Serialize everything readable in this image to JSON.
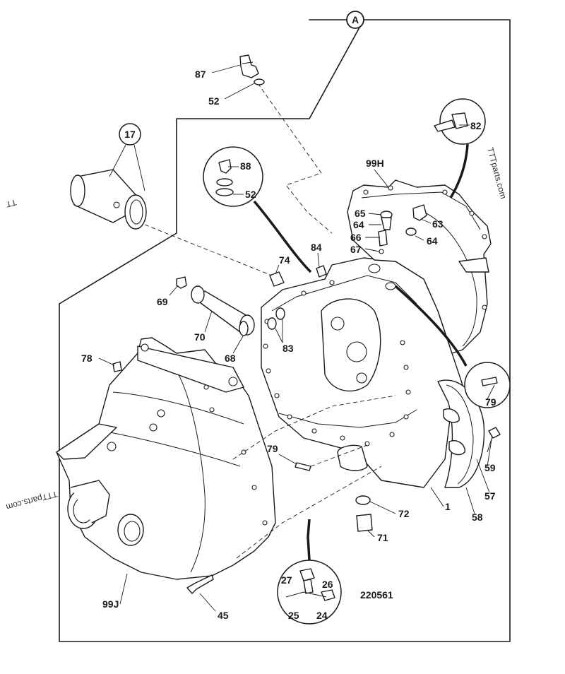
{
  "section_marker": "A",
  "drawing_number": "220561",
  "watermarks": [
    "TTTparts.com",
    "TTTparts.com",
    "TT"
  ],
  "labels": [
    "87",
    "52",
    "17",
    "88",
    "52",
    "82",
    "99H",
    "65",
    "64",
    "63",
    "66",
    "64",
    "67",
    "84",
    "74",
    "69",
    "70",
    "68",
    "83",
    "78",
    "79",
    "79",
    "59",
    "57",
    "58",
    "1",
    "72",
    "71",
    "99J",
    "45",
    "27",
    "26",
    "25",
    "24"
  ]
}
